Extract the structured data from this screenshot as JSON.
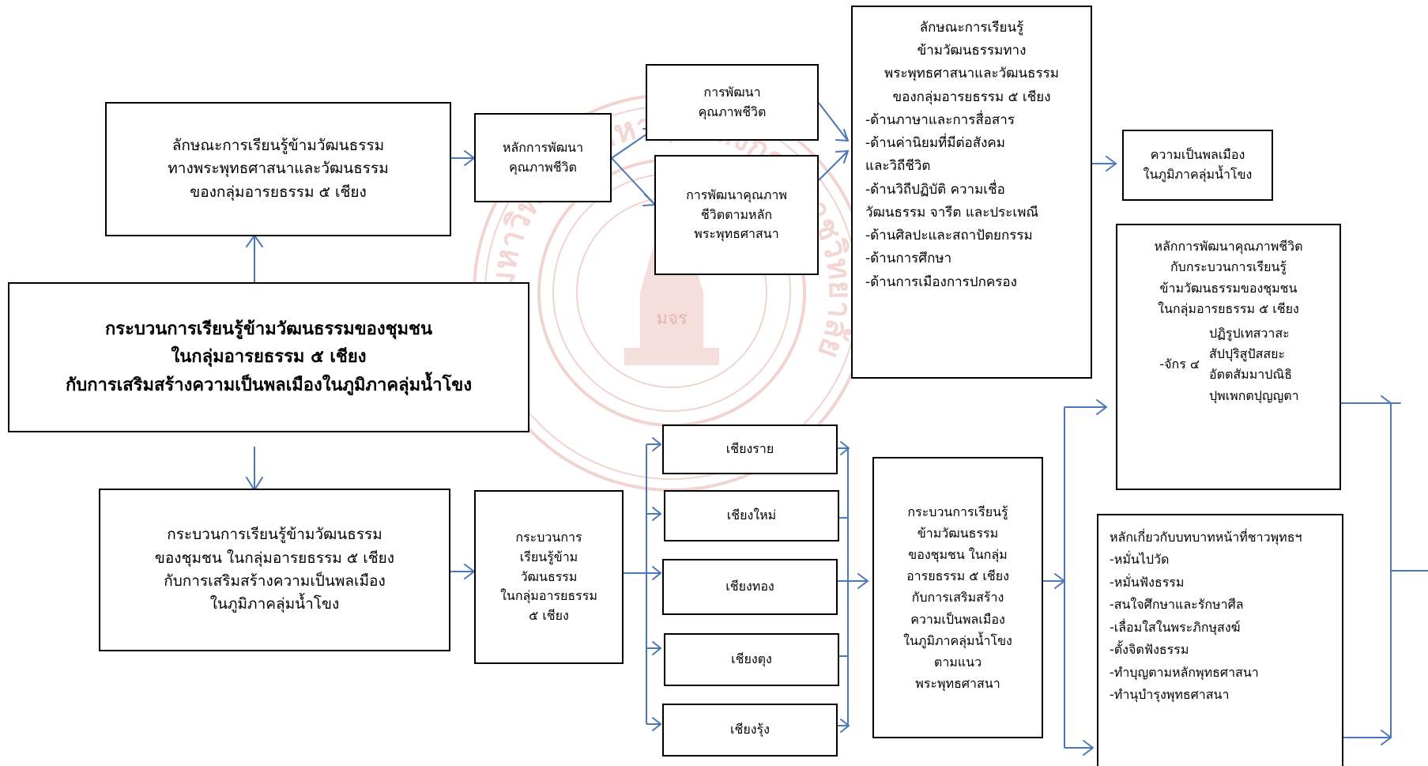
{
  "watermark": {
    "ring_text": "มหาวิทยาลัยมหาจุฬาลงกรณราชวิทยาลัย",
    "center_text": "มจร"
  },
  "main": {
    "lines": [
      "กระบวนการเรียนรู้ข้ามวัฒนธรรมของชุมชน",
      "ในกลุ่มอารยธรรม ๕ เชียง",
      "กับการเสริมสร้างความเป็นพลเมืองในภูมิภาคลุ่มน้ำโขง"
    ]
  },
  "top_box": {
    "lines": [
      "ลักษณะการเรียนรู้ข้ามวัฒนธรรม",
      "ทางพระพุทธศาสนาและวัฒนธรรม",
      "ของกลุ่มอารยธรรม ๕ เชียง"
    ]
  },
  "bottom_box": {
    "lines": [
      "กระบวนการเรียนรู้ข้ามวัฒนธรรม",
      "ของชุมชน ในกลุ่มอารยธรรม ๕ เชียง",
      "กับการเสริมสร้างความเป็นพลเมือง",
      "ในภูมิภาคลุ่มน้ำโขง"
    ]
  },
  "dev_principle": {
    "lines": [
      "หลักการพัฒนา",
      "คุณภาพชีวิต"
    ]
  },
  "dev_quality": {
    "lines": [
      "การพัฒนา",
      "คุณภาพชีวิต"
    ]
  },
  "dev_buddhist": {
    "lines": [
      "การพัฒนาคุณภาพ",
      "ชีวิตตามหลัก",
      "พระพุทธศาสนา"
    ]
  },
  "characteristics": {
    "heading": [
      "ลักษณะการเรียนรู้",
      "ข้ามวัฒนธรรมทาง",
      "พระพุทธศาสนาและวัฒนธรรม",
      "ของกลุ่มอารยธรรม ๕ เชียง"
    ],
    "items": [
      "-ด้านภาษาและการสื่อสาร",
      "-ด้านค่านิยมที่มีต่อสังคม",
      "และวิถีชีวิต",
      "-ด้านวิถีปฏิบัติ ความเชื่อ",
      "วัฒนธรรม จารีต และประเพณี",
      "-ด้านศิลปะและสถาปัตยกรรม",
      "-ด้านการศึกษา",
      "-ด้านการเมืองการปกครอง"
    ]
  },
  "citizenship": {
    "lines": [
      "ความเป็นพลเมือง",
      "ในภูมิภาคลุ่มน้ำโขง"
    ]
  },
  "process_box": {
    "lines": [
      "กระบวนการ",
      "เรียนรู้ข้าม",
      "วัฒนธรรม",
      "ในกลุ่มอารยธรรม",
      "๕ เชียง"
    ]
  },
  "cities": [
    "เชียงราย",
    "เชียงใหม่",
    "เชียงทอง",
    "เชียงตุง",
    "เชียงรุ้ง"
  ],
  "process_result": {
    "lines": [
      "กระบวนการเรียนรู้",
      "ข้ามวัฒนธรรม",
      "ของชุมชน ในกลุ่ม",
      "อารยธรรม ๕ เชียง",
      "กับการเสริมสร้าง",
      "ความเป็นพลเมือง",
      "ในภูมิภาคลุ่มน้ำโขง",
      "ตามแนว",
      "พระพุทธศาสนา"
    ]
  },
  "principle_box": {
    "heading": [
      "หลักการพัฒนาคุณภาพชีวิต",
      "กับกระบวนการเรียนรู้",
      "ข้ามวัฒนธรรมของชุมชน",
      "ในกลุ่มอารยธรรม ๕ เชียง"
    ],
    "chakra_label": "-จักร ๔",
    "chakra_items": [
      "ปฏิรูปเทสวาสะ",
      "สัปปุริสูปัสสยะ",
      "อัตตสัมมาปณิธิ",
      "ปุพเพกตปุญญตา"
    ]
  },
  "duties_box": {
    "heading": "หลักเกี่ยวกับบทบาทหน้าที่ชาวพุทธฯ",
    "items": [
      "-หมั่นไปวัด",
      "-หมั่นฟังธรรม",
      "-สนใจศึกษาและรักษาศีล",
      "-เลื่อมใสในพระภิกษุสงฆ์",
      "-ตั้งจิตฟังธรรม",
      "-ทำบุญตามหลักพุทธศาสนา",
      "-ทำนุบำรุงพุทธศาสนา"
    ]
  },
  "colors": {
    "arrow": "#4a78b8",
    "border": "#000000",
    "watermark": "#c0392b"
  }
}
